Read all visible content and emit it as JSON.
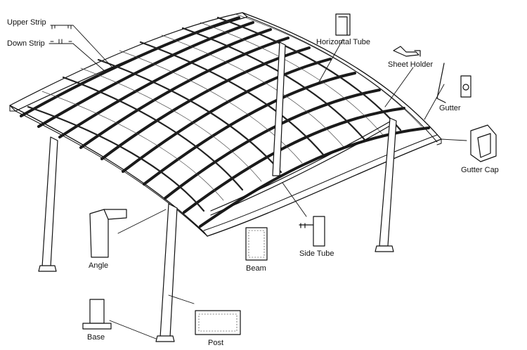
{
  "labels": {
    "upper_strip": "Upper Strip",
    "down_strip": "Down Strip",
    "horizontal_tube": "Horizontal Tube",
    "sheet_holder": "Sheet Holder",
    "gutter": "Gutter",
    "gutter_cap": "Gutter Cap",
    "side_tube": "Side Tube",
    "angle": "Angle",
    "beam": "Beam",
    "base": "Base",
    "post": "Post"
  }
}
